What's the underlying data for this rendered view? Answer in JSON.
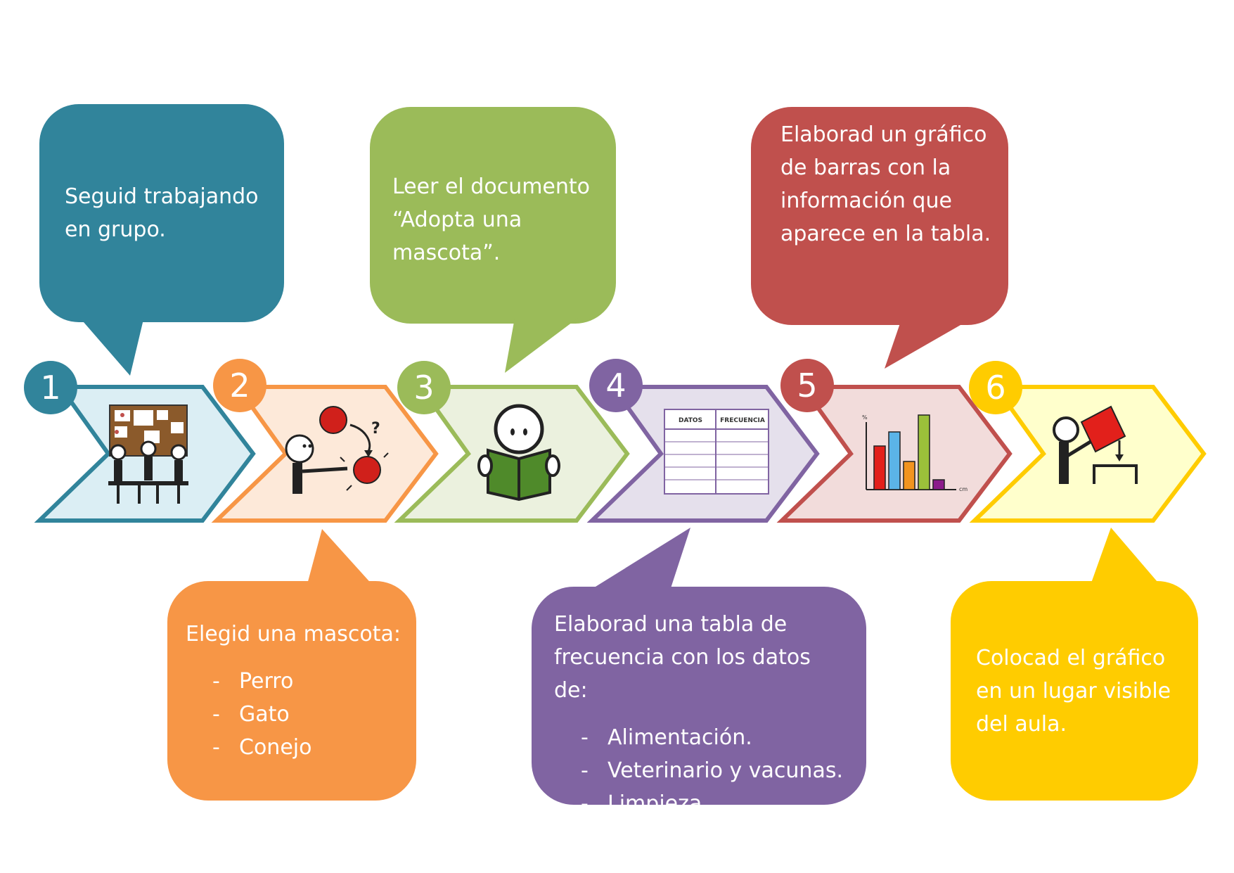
{
  "colors": {
    "teal": "#31849b",
    "orange": "#f79646",
    "green": "#9bbb59",
    "purple": "#8064a2",
    "red": "#c0504d",
    "yellow": "#ffcc00"
  },
  "steps": [
    {
      "number": "1",
      "icon": "group-meeting-icon",
      "text": "Seguid trabajando en grupo."
    },
    {
      "number": "2",
      "icon": "choose-pet-icon",
      "text": "Elegid una mascota:",
      "items": [
        "Perro",
        "Gato",
        "Conejo"
      ]
    },
    {
      "number": "3",
      "icon": "reading-person-icon",
      "text": "Leer el documento “Adopta una mascota”."
    },
    {
      "number": "4",
      "icon": "frequency-table-icon",
      "text": "Elaborad una tabla de frecuencia con los datos de:",
      "items": [
        "Alimentación.",
        "Veterinario y vacunas.",
        "Limpieza."
      ]
    },
    {
      "number": "5",
      "icon": "bar-chart-icon",
      "text": "Elaborad un gráfico de barras con la información que aparece en la tabla."
    },
    {
      "number": "6",
      "icon": "place-board-icon",
      "text": "Colocad el gráfico en un lugar visible del aula."
    }
  ],
  "table_icon": {
    "col1": "DATOS",
    "col2": "FRECUENCIA"
  },
  "chart_icon": {
    "y_unit": "%",
    "x_unit": "cm"
  },
  "list_dash": "-"
}
